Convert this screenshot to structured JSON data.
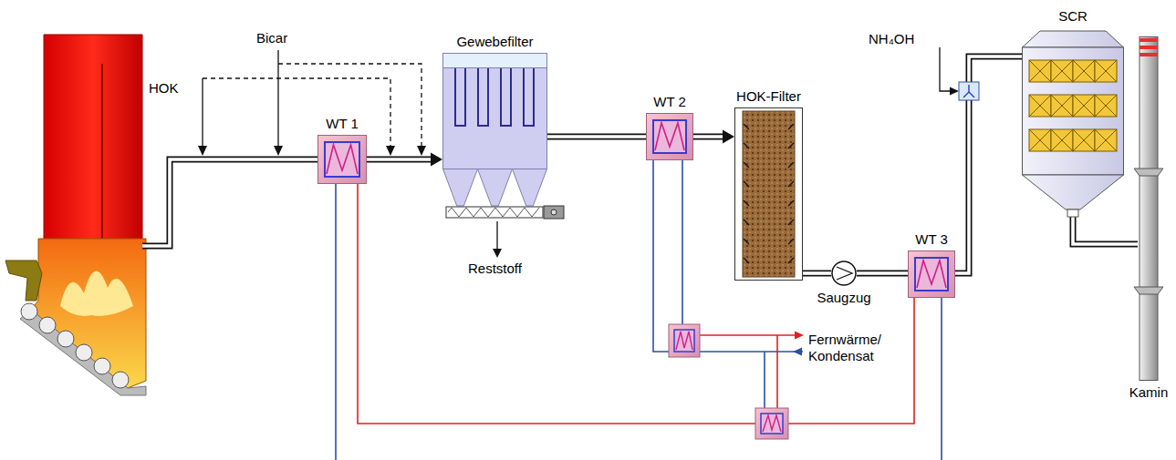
{
  "diagram": {
    "nodes": [
      {
        "text": [
          "WT 1"
        ]
      },
      {
        "text": [
          "Gewebefilter"
        ]
      },
      {
        "text": [
          "WT 2"
        ]
      },
      {
        "text": [
          "HOK-Filter"
        ]
      },
      {
        "text": [
          "Saugzug"
        ]
      },
      {
        "text": [
          "WT 3"
        ]
      },
      {
        "text": [
          "SCR"
        ]
      },
      {
        "text": [
          "Kamin"
        ]
      }
    ],
    "edges": [
      {
        "from": 0,
        "to": 1,
        "arrow": "to"
      },
      {
        "from": 1,
        "to": 2,
        "arrow": "none"
      },
      {
        "from": 2,
        "to": 3,
        "arrow": "to"
      },
      {
        "from": 3,
        "to": 4,
        "arrow": "none"
      },
      {
        "from": 4,
        "to": 5,
        "arrow": "none"
      },
      {
        "from": 5,
        "to": 6,
        "arrow": "none"
      },
      {
        "from": 6,
        "to": 7,
        "arrow": "none"
      }
    ],
    "labels": [
      "HOK",
      "Bicar",
      "Reststoff",
      "NH₄OH",
      "Fernwärme/ Kondensat"
    ]
  }
}
